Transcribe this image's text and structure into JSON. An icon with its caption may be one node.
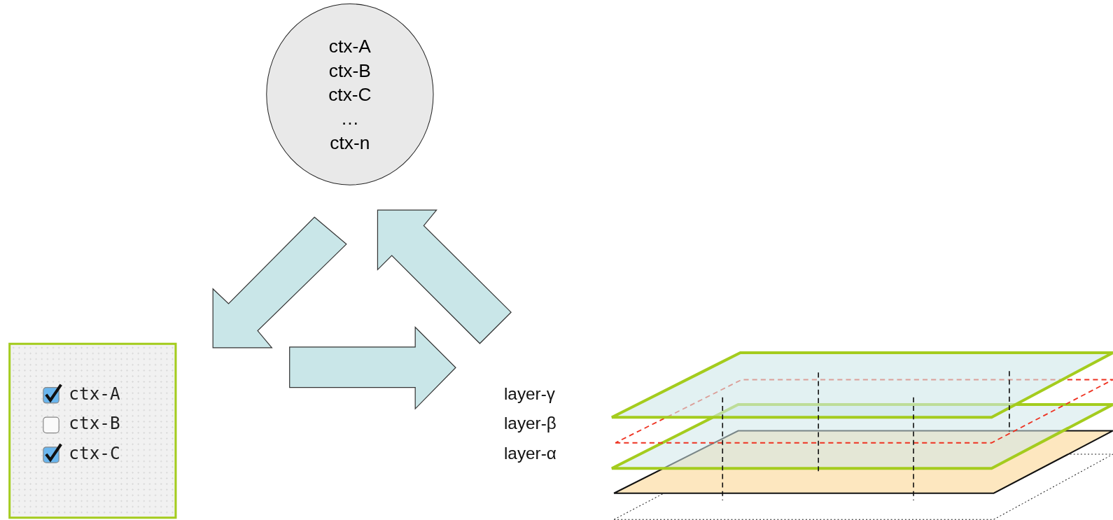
{
  "diagram": {
    "nodes": [
      {
        "text": [
          "ctx-A",
          "ctx-B",
          "ctx-C",
          "…",
          "ctx-n"
        ]
      },
      {
        "text": [
          "ctx-A",
          "ctx-B",
          "ctx-C"
        ]
      },
      {
        "text": [],
        "shape": "picture",
        "beside": [
          "layer-γ",
          "layer-β",
          "layer-α"
        ]
      }
    ],
    "edges": [
      {
        "from": 0,
        "to": 1,
        "arrow": "to"
      },
      {
        "from": 1,
        "to": 2,
        "arrow": "to"
      },
      {
        "from": 2,
        "to": 0,
        "arrow": "to"
      }
    ]
  }
}
